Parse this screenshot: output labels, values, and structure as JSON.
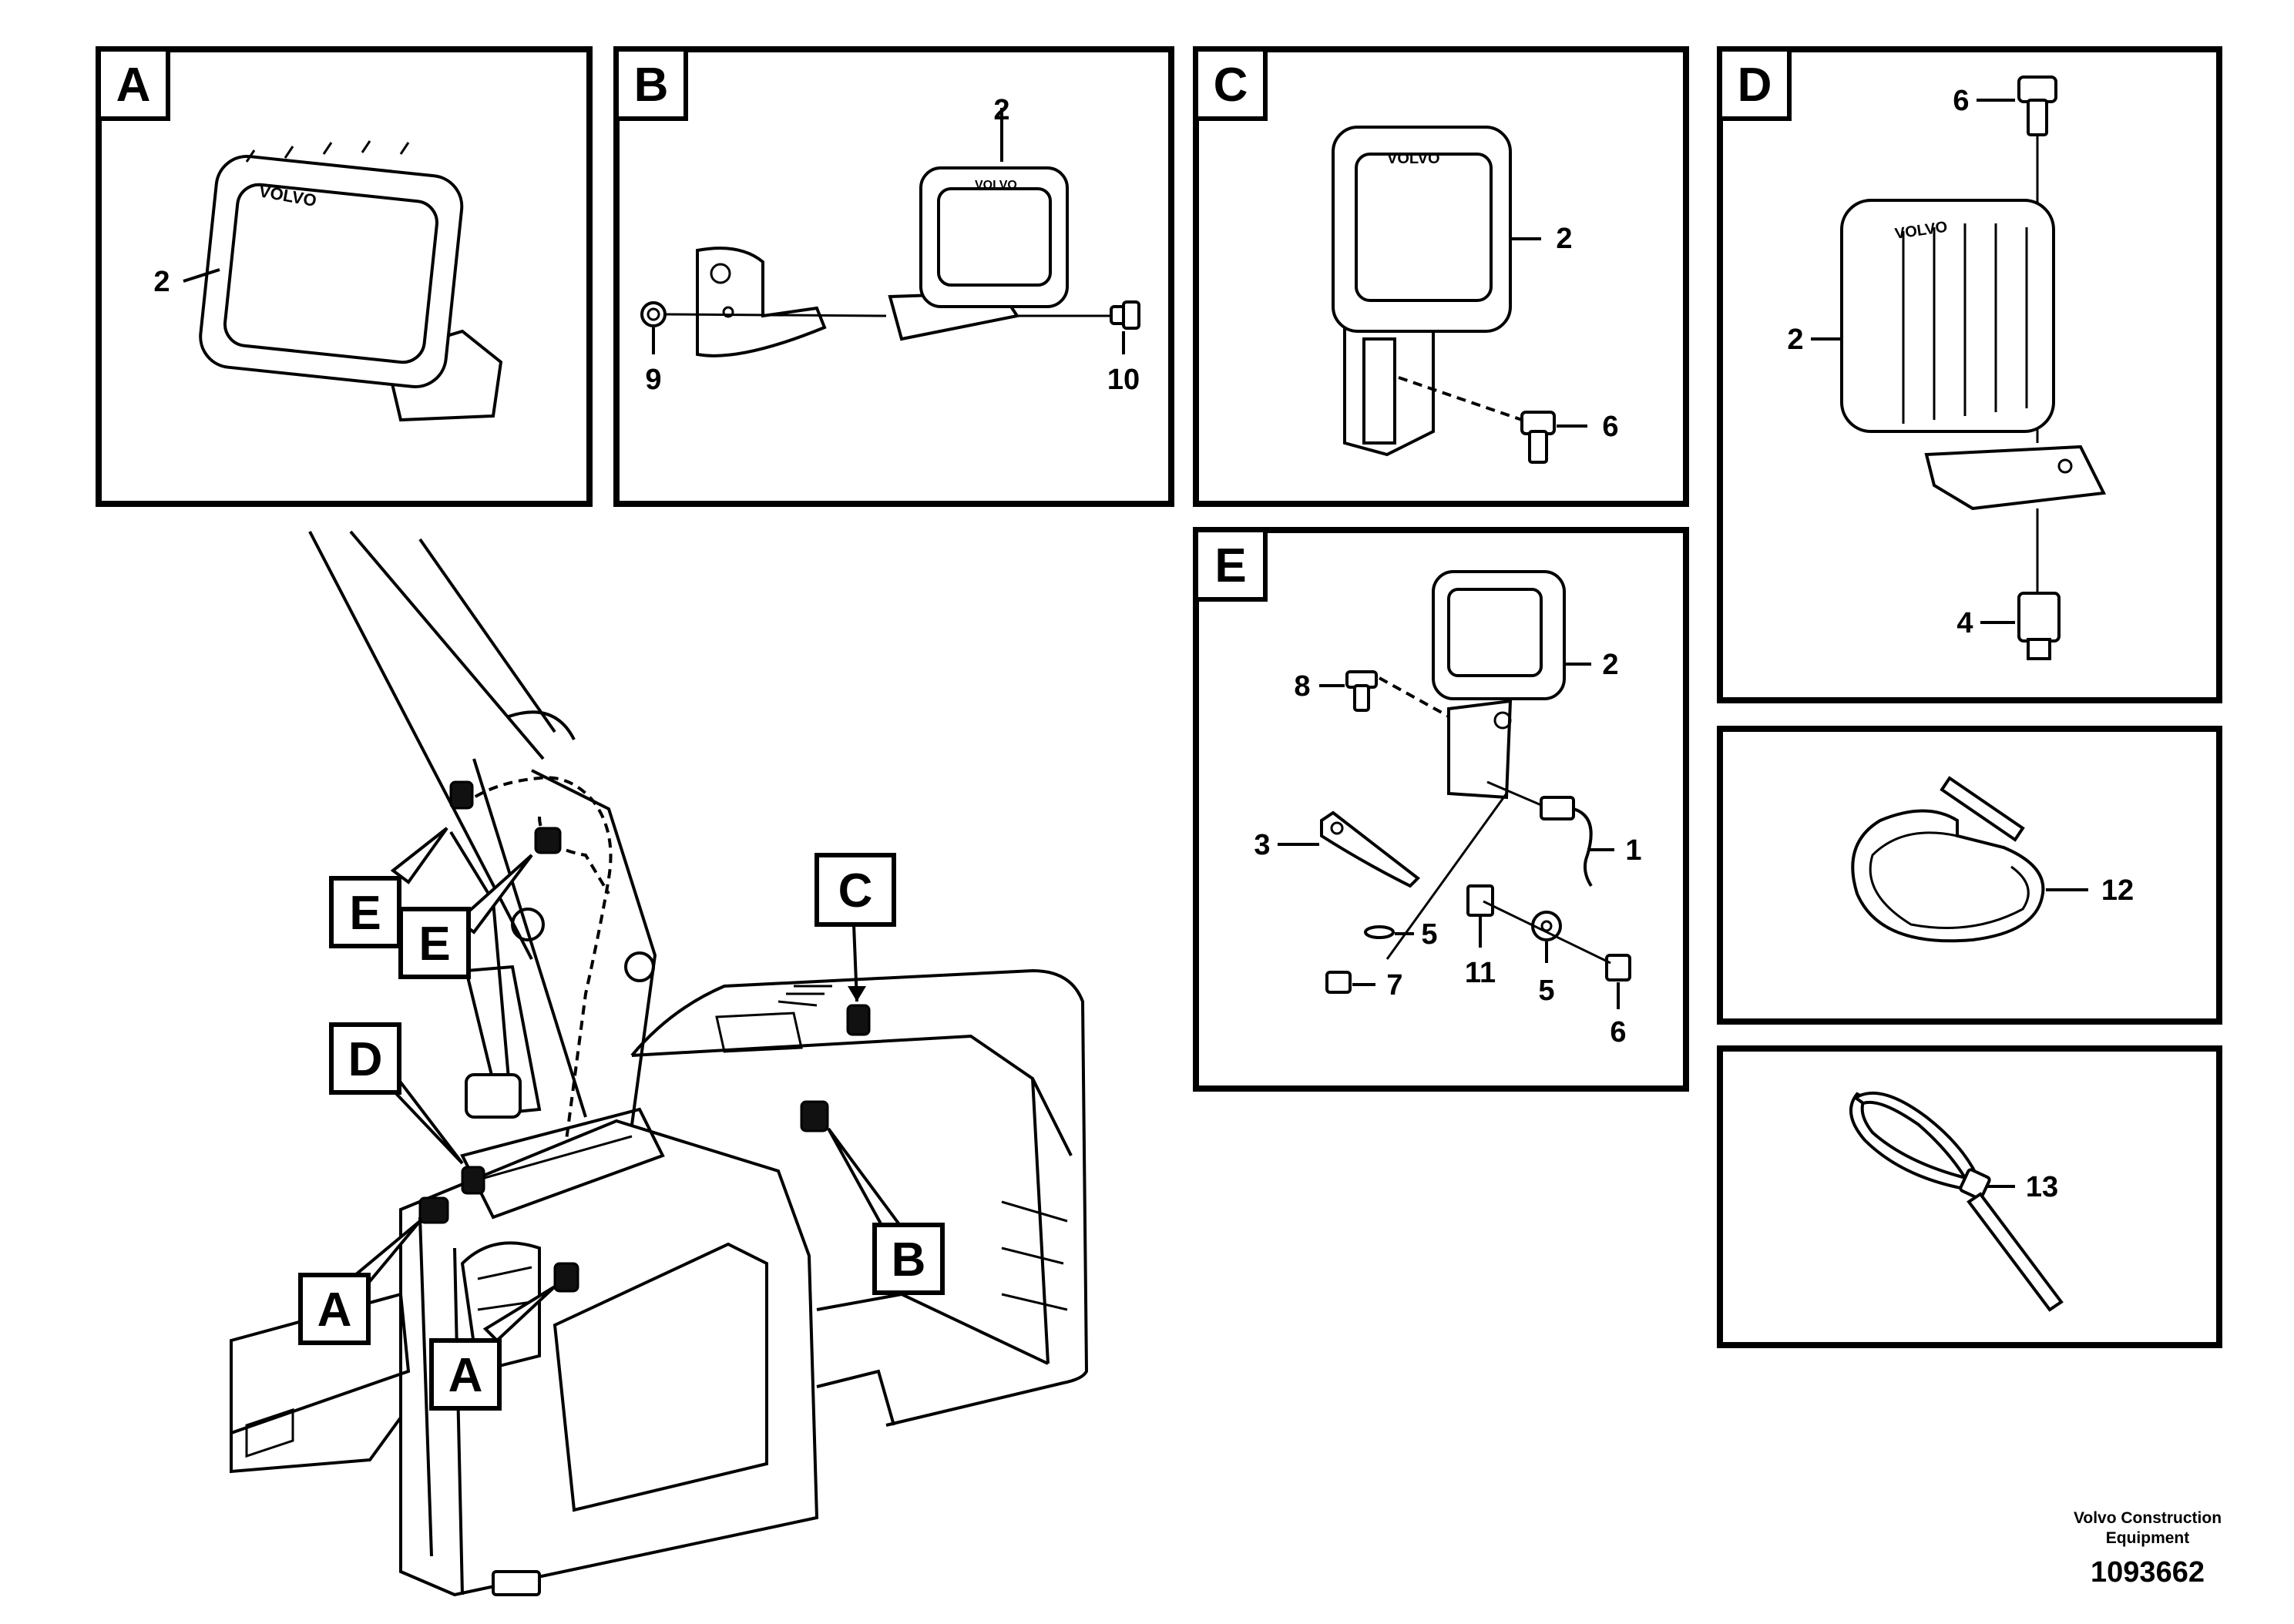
{
  "panels": {
    "a": {
      "label": "A",
      "callouts": [
        "2"
      ]
    },
    "b": {
      "label": "B",
      "callouts": [
        "2",
        "9",
        "10"
      ]
    },
    "c": {
      "label": "C",
      "callouts": [
        "2",
        "6"
      ]
    },
    "d": {
      "label": "D",
      "callouts": [
        "6",
        "2",
        "4"
      ]
    },
    "e": {
      "label": "E",
      "callouts": [
        "2",
        "8",
        "3",
        "1",
        "5",
        "11",
        "5",
        "7",
        "6"
      ]
    },
    "f": {
      "callouts": [
        "12"
      ]
    },
    "g": {
      "callouts": [
        "13"
      ]
    }
  },
  "lamp_brand": "VOLVO",
  "overview_tags": [
    "E",
    "E",
    "C",
    "D",
    "A",
    "A",
    "B"
  ],
  "footer": {
    "company": "Volvo Construction Equipment",
    "drawing_number": "1093662"
  }
}
